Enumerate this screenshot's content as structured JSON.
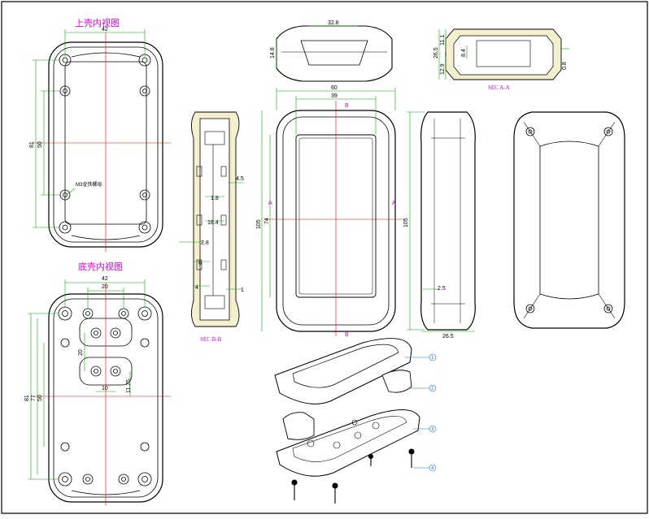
{
  "titles": {
    "top_shell": "上壳内视图",
    "bottom_shell": "底壳内视图",
    "sec_bb": "SEC B-B",
    "sec_aa": "SEC A-A"
  },
  "notes": {
    "m3_insert": "M3金铁螺母"
  },
  "dims": {
    "top_width": "42",
    "top_h81": "81",
    "top_h50": "50",
    "secbb_45": "4.5",
    "secbb_18": "1.8",
    "secbb_184": "18.4",
    "secbb_28": "2.8",
    "secbb_6": "6",
    "secbb_4": "4",
    "secbb_1": "1",
    "top_328": "32.8",
    "top_148": "14.8",
    "front_60": "60",
    "front_39": "39",
    "front_105": "105",
    "front_74": "74",
    "side_105": "105",
    "side_25": "2.5",
    "side_265": "26.5",
    "secaa_265": "26.5",
    "secaa_111": "11.1",
    "secaa_129": "12.9",
    "secaa_84": "8.4",
    "secaa_08": "0.8",
    "bot_42": "42",
    "bot_20w": "20",
    "bot_20h": "20",
    "bot_10": "10",
    "bot_1125": "11.25",
    "bot_81": "81",
    "bot_77": "77",
    "bot_50": "50"
  },
  "markers": {
    "section_a": "A",
    "section_b": "B"
  },
  "balloons": [
    "1",
    "2",
    "3",
    "4"
  ]
}
